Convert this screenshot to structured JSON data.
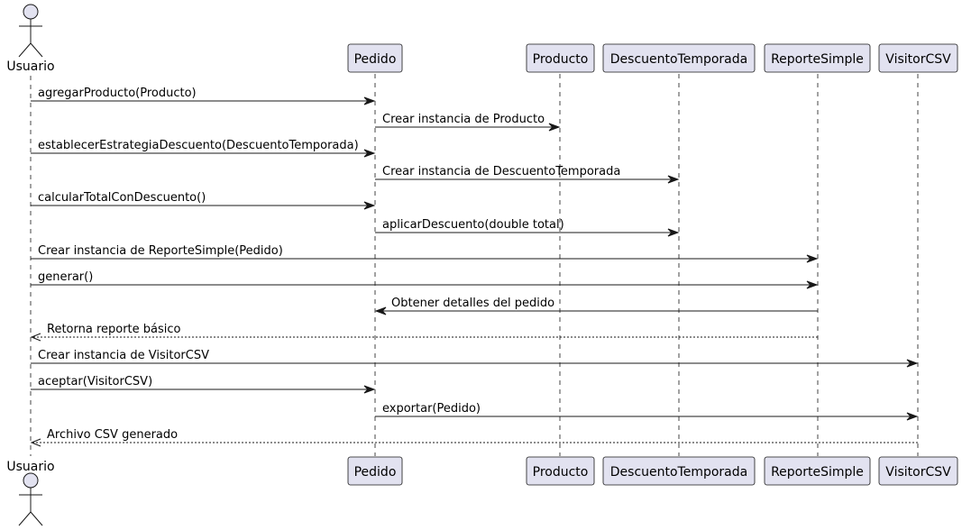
{
  "participants": [
    {
      "id": "usuario",
      "label": "Usuario",
      "kind": "actor"
    },
    {
      "id": "pedido",
      "label": "Pedido",
      "kind": "participant"
    },
    {
      "id": "producto",
      "label": "Producto",
      "kind": "participant"
    },
    {
      "id": "descuento",
      "label": "DescuentoTemporada",
      "kind": "participant"
    },
    {
      "id": "reporte",
      "label": "ReporteSimple",
      "kind": "participant"
    },
    {
      "id": "visitor",
      "label": "VisitorCSV",
      "kind": "participant"
    }
  ],
  "messages": [
    {
      "from": "usuario",
      "to": "pedido",
      "label": "agregarProducto(Producto)",
      "style": "sync"
    },
    {
      "from": "pedido",
      "to": "producto",
      "label": "Crear instancia de Producto",
      "style": "sync"
    },
    {
      "from": "usuario",
      "to": "pedido",
      "label": "establecerEstrategiaDescuento(DescuentoTemporada)",
      "style": "sync"
    },
    {
      "from": "pedido",
      "to": "descuento",
      "label": "Crear instancia de DescuentoTemporada",
      "style": "sync"
    },
    {
      "from": "usuario",
      "to": "pedido",
      "label": "calcularTotalConDescuento()",
      "style": "sync"
    },
    {
      "from": "pedido",
      "to": "descuento",
      "label": "aplicarDescuento(double total)",
      "style": "sync"
    },
    {
      "from": "usuario",
      "to": "reporte",
      "label": "Crear instancia de ReporteSimple(Pedido)",
      "style": "sync"
    },
    {
      "from": "usuario",
      "to": "reporte",
      "label": "generar()",
      "style": "sync"
    },
    {
      "from": "reporte",
      "to": "pedido",
      "label": "Obtener detalles del pedido",
      "style": "sync"
    },
    {
      "from": "reporte",
      "to": "usuario",
      "label": "Retorna reporte básico",
      "style": "return"
    },
    {
      "from": "usuario",
      "to": "visitor",
      "label": "Crear instancia de VisitorCSV",
      "style": "sync"
    },
    {
      "from": "usuario",
      "to": "pedido",
      "label": "aceptar(VisitorCSV)",
      "style": "sync"
    },
    {
      "from": "pedido",
      "to": "visitor",
      "label": "exportar(Pedido)",
      "style": "sync"
    },
    {
      "from": "visitor",
      "to": "usuario",
      "label": "Archivo CSV generado",
      "style": "return"
    }
  ]
}
